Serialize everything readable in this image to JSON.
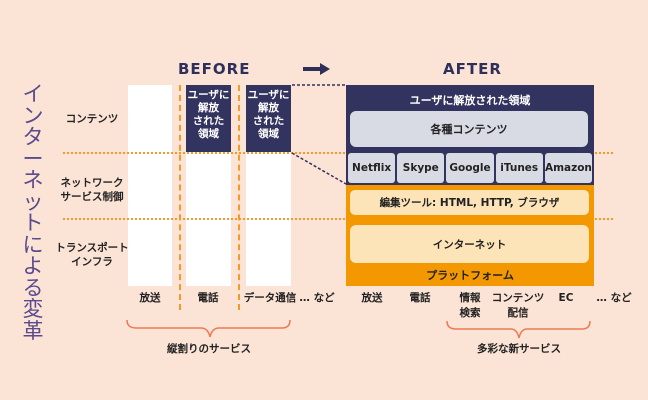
{
  "side_title": "インターネットによる変革",
  "rows": {
    "contents": "コンテンツ",
    "network": [
      "ネットワーク",
      "サービス制御"
    ],
    "transport": [
      "トランスポート",
      "インフラ"
    ]
  },
  "before": {
    "title": "BEFORE",
    "freed_box": [
      "ユーザに",
      "解放",
      "された",
      "領域"
    ],
    "services": [
      "放送",
      "電話",
      "データ通信",
      "… など"
    ],
    "brace_label": "縦割りのサービス"
  },
  "after": {
    "title": "AFTER",
    "freed_title": "ユーザに解放された領域",
    "contents_box": "各種コンテンツ",
    "tiles": [
      "Netflix",
      "Skype",
      "Google",
      "iTunes",
      "Amazon"
    ],
    "tools_box": "編集ツール: HTML, HTTP, ブラウザ",
    "internet_box": "インターネット",
    "platform": "プラットフォーム",
    "services": [
      [
        "放送"
      ],
      [
        "電話"
      ],
      [
        "情報",
        "検索"
      ],
      [
        "コンテンツ",
        "配信"
      ],
      [
        "EC"
      ],
      [
        "… など"
      ]
    ],
    "brace_label": "多彩な新サービス"
  },
  "colors": {
    "navy": "#33335f",
    "orange": "#f39800",
    "bg": "#fbe4d6"
  }
}
